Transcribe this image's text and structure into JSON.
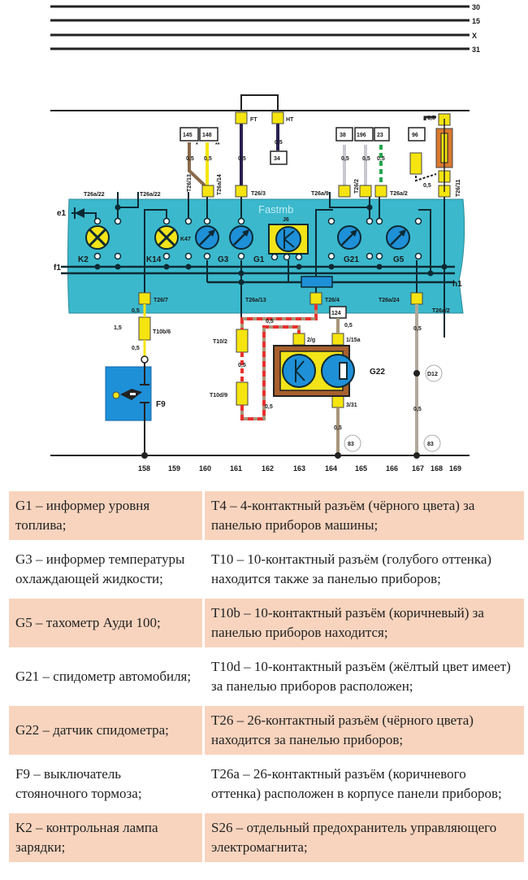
{
  "diagram": {
    "bus_lines": [
      "30",
      "15",
      "X",
      "31"
    ],
    "panel_labels": {
      "e1": "e1",
      "f1": "f1",
      "h1": "h1",
      "K2": "K2",
      "K14": "K14",
      "K47": "K47",
      "G3": "G3",
      "G1": "G1",
      "J6": "J6",
      "G21": "G21",
      "G5": "G5"
    },
    "connectors": {
      "ft": "FT",
      "ht": "HT",
      "t26a_22_a": "T26a/22",
      "t26a_22_b": "T26a/22",
      "t26_13": "T26/13",
      "t26a_14": "T26a/14",
      "t26_3": "T26/3",
      "t26a_9": "T26a/9",
      "t26_2": "T26/2",
      "t26a_2_top": "T26a/2",
      "t26_11": "T26/11",
      "t26_7": "T26/7",
      "t26a_13": "T26a/13",
      "t26_4": "T26/4",
      "t26a_24": "T26a/24",
      "t26a_2_bottom": "T26a/2",
      "t10b_6": "T10b/6",
      "t10_2": "T10/2",
      "t10d_9": "T10d/9",
      "g22_2g": "2/g",
      "g22_115a": "1/15a",
      "g22_331": "3/31"
    },
    "boxes": [
      "145",
      "148",
      "34",
      "38",
      "196",
      "23",
      "96",
      "124"
    ],
    "wire_sizes": {
      "s05": "0,5",
      "s15": "1,5"
    },
    "marks": {
      "star": "*",
      "dstar": "**"
    },
    "components": {
      "f9": "F9",
      "g22": "G22",
      "d12": "D12",
      "ground_a": "83",
      "ground_b": "83"
    },
    "watermark": "Fastmb",
    "column_numbers": [
      "158",
      "159",
      "160",
      "161",
      "162",
      "163",
      "164",
      "165",
      "166",
      "167",
      "168",
      "169"
    ],
    "colors": {
      "panel": "#3bb8cc",
      "connector": "#f5e410",
      "gauge": "#1e90d8",
      "lamp": "#f2e418",
      "fuse": "#d9782f",
      "wire_red": "#e8312f",
      "wire_brown": "#a8967a",
      "wire_green": "#22a84a",
      "legend_shade": "#f8d4be"
    }
  },
  "legend": {
    "rows": [
      {
        "left": "G1 – информер уровня топлива;",
        "right": "T4 – 4-контактный разъём (чёрного цвета) за панелью приборов машины;",
        "shaded": true
      },
      {
        "left": "G3 – информер температуры охлаждающей жидкости;",
        "right": "T10 – 10-контактный разъём (голубого оттенка) находится также за панелью приборов;",
        "shaded": false
      },
      {
        "left": "G5 – тахометр Ауди 100;",
        "right": "T10b – 10-контактный разъём (коричневый) за панелью приборов находится;",
        "shaded": true
      },
      {
        "left": "G21 – спидометр автомобиля;",
        "right": "T10d – 10-контактный разъём (жёлтый цвет имеет) за панелью приборов расположен;",
        "shaded": false
      },
      {
        "left": "G22 – датчик спидометра;",
        "right": "T26 – 26-контактный разъём (чёрного цвета) находится за панелью приборов;",
        "shaded": true
      },
      {
        "left": "F9 – выключатель стояночного тормоза;",
        "right": "T26a – 26-контактный разъём (коричневого оттенка) расположен в корпусе панели приборов;",
        "shaded": false
      },
      {
        "left": "K2 – контрольная лампа зарядки;",
        "right": "S26 – отдельный предохранитель управляющего электромагнита;",
        "shaded": true
      }
    ]
  }
}
